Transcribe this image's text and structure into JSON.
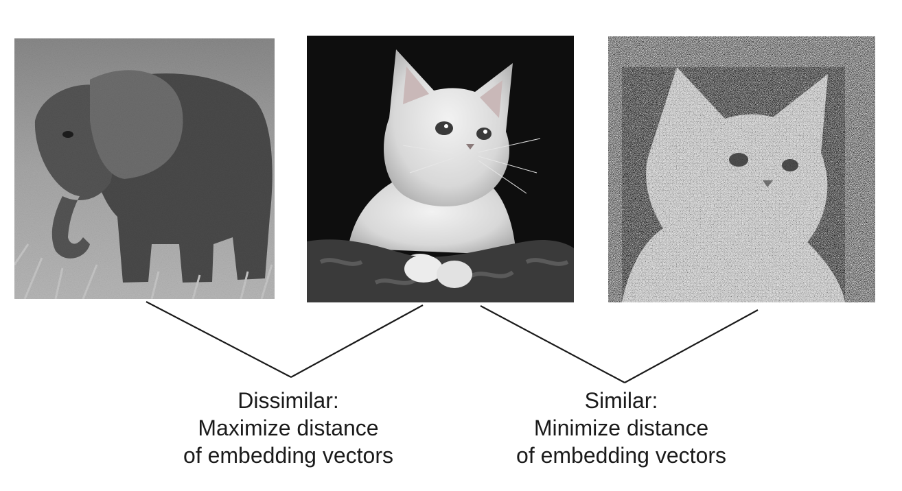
{
  "images": [
    {
      "subject": "elephant-photo"
    },
    {
      "subject": "kitten-photo"
    },
    {
      "subject": "noisy-kitten-photo"
    }
  ],
  "labels": {
    "dissimilar": {
      "line1": "Dissimilar:",
      "line2": "Maximize distance",
      "line3": "of embedding vectors"
    },
    "similar": {
      "line1": "Similar:",
      "line2": "Minimize distance",
      "line3": "of embedding vectors"
    }
  },
  "colors": {
    "line": "#1a1a1a",
    "text": "#1a1a1a"
  }
}
